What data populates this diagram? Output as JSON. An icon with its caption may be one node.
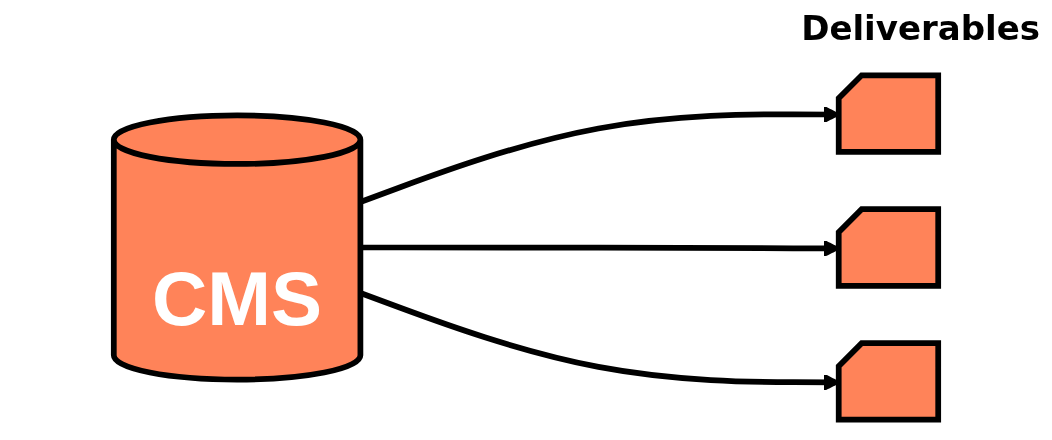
{
  "diagram": {
    "nodes": [
      {
        "text": [
          "CMS"
        ]
      },
      {
        "text": [],
        "shape": "box"
      },
      {
        "text": [],
        "shape": "box"
      },
      {
        "text": [],
        "shape": "box"
      }
    ],
    "edges": [
      {
        "from": 0,
        "to": 1,
        "arrow": "to"
      },
      {
        "from": 0,
        "to": 2,
        "arrow": "to"
      },
      {
        "from": 0,
        "to": 3,
        "arrow": "to"
      }
    ],
    "labels": [
      "Deliverables"
    ]
  }
}
